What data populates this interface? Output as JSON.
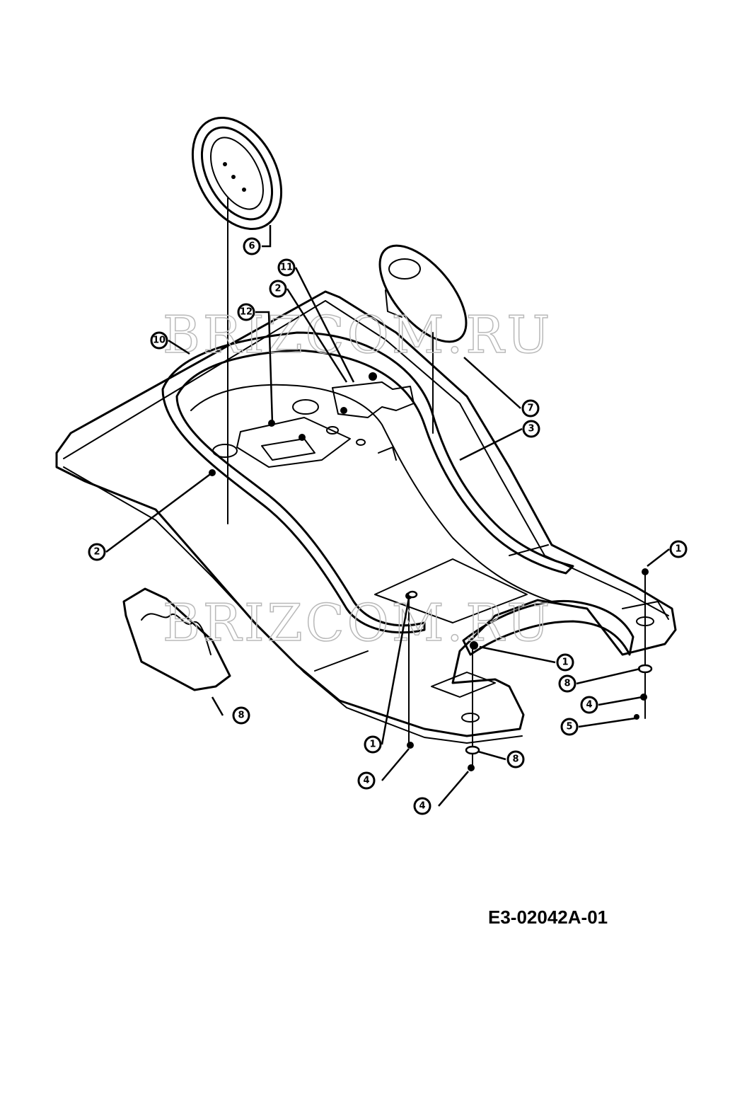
{
  "diagram": {
    "drawing_code": "E3-02042A-01",
    "watermark_text": "BRIZCOM.RU",
    "callouts": [
      {
        "id": "c1",
        "label": "6"
      },
      {
        "id": "c2",
        "label": "11"
      },
      {
        "id": "c3",
        "label": "2"
      },
      {
        "id": "c4",
        "label": "12"
      },
      {
        "id": "c5",
        "label": "10"
      },
      {
        "id": "c6",
        "label": "7"
      },
      {
        "id": "c7",
        "label": "3"
      },
      {
        "id": "c8",
        "label": "2"
      },
      {
        "id": "c9",
        "label": "1"
      },
      {
        "id": "c10",
        "label": "1"
      },
      {
        "id": "c11",
        "label": "8"
      },
      {
        "id": "c12",
        "label": "4"
      },
      {
        "id": "c13",
        "label": "5"
      },
      {
        "id": "c14",
        "label": "8"
      },
      {
        "id": "c15",
        "label": "1"
      },
      {
        "id": "c16",
        "label": "4"
      },
      {
        "id": "c17",
        "label": "8"
      },
      {
        "id": "c18",
        "label": "4"
      }
    ]
  }
}
